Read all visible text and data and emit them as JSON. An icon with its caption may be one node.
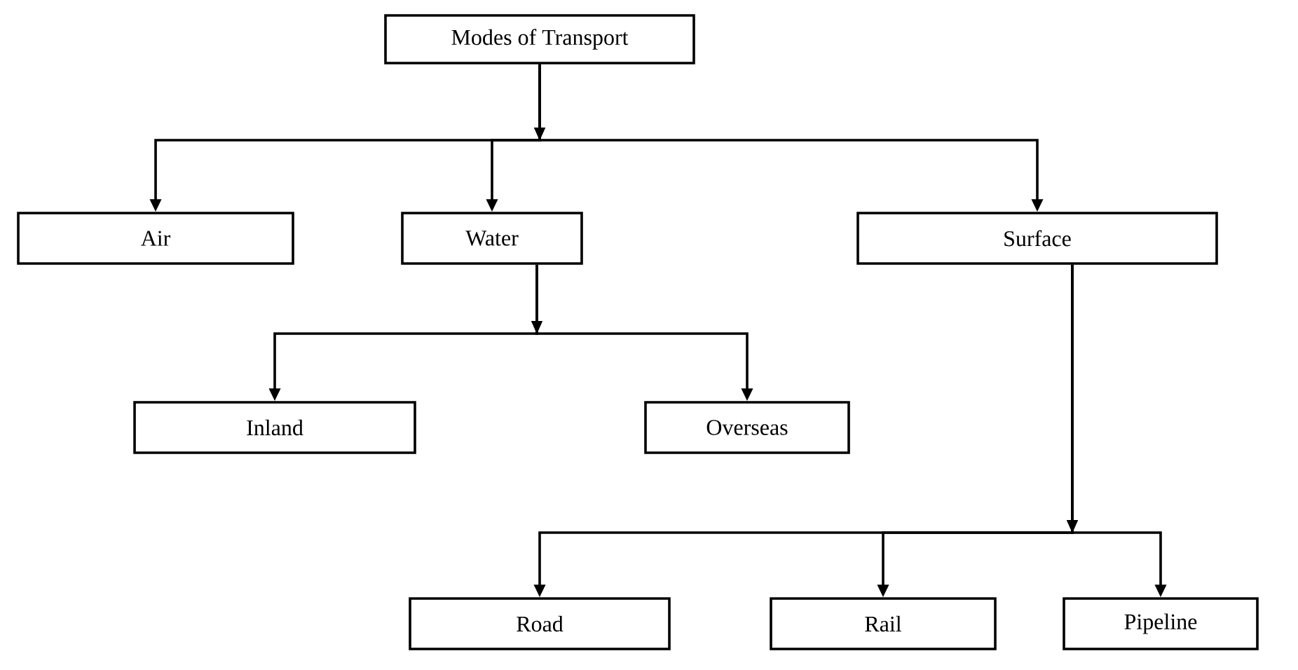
{
  "diagram": {
    "nodes": [
      {
        "text": [
          "Modes of Transport"
        ]
      },
      {
        "text": [
          "Air"
        ]
      },
      {
        "text": [
          "Water"
        ]
      },
      {
        "text": [
          "Surface"
        ]
      },
      {
        "text": [
          "Inland"
        ]
      },
      {
        "text": [
          "Overseas"
        ]
      },
      {
        "text": [
          "Road"
        ]
      },
      {
        "text": [
          "Rail"
        ]
      },
      {
        "text": [
          "Pipeline"
        ]
      }
    ],
    "edges": [
      {
        "from": 0,
        "to": 1,
        "arrow": "to"
      },
      {
        "from": 0,
        "to": 2,
        "arrow": "to"
      },
      {
        "from": 0,
        "to": 3,
        "arrow": "to"
      },
      {
        "from": 2,
        "to": 4,
        "arrow": "to"
      },
      {
        "from": 2,
        "to": 5,
        "arrow": "to"
      },
      {
        "from": 3,
        "to": 6,
        "arrow": "to"
      },
      {
        "from": 3,
        "to": 7,
        "arrow": "to"
      },
      {
        "from": 3,
        "to": 8,
        "arrow": "to"
      }
    ]
  }
}
